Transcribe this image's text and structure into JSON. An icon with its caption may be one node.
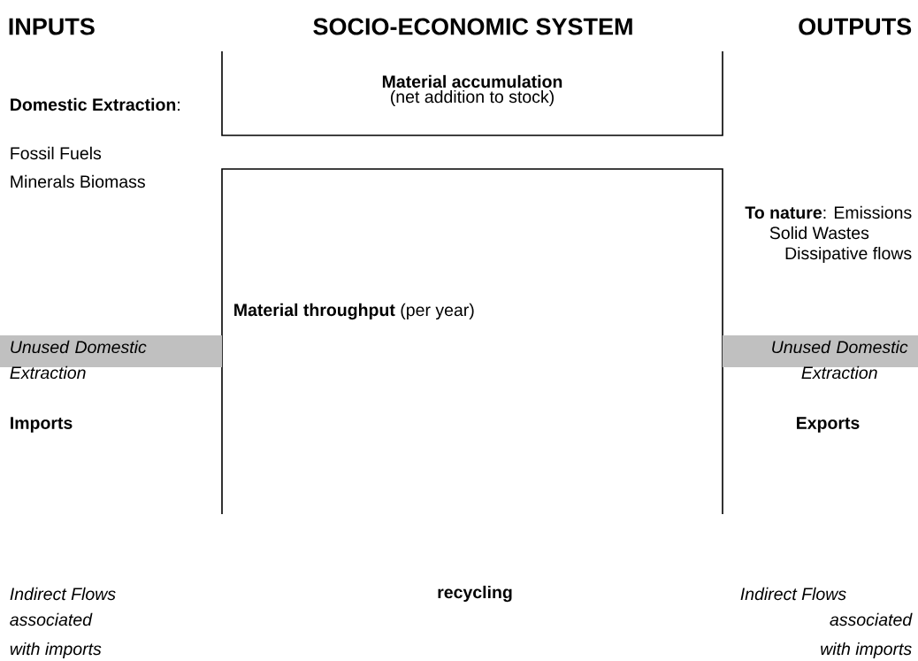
{
  "diagram": {
    "title": "SOCIO-ECONOMIC SYSTEM",
    "nodes": [
      {
        "text": [
          "Material accumulation",
          "(net addition to stock)"
        ]
      },
      {
        "text": [
          "**Material throughput** (per year)"
        ]
      },
      {
        "text": [
          "Unused Domestic Extraction"
        ]
      },
      {
        "text": [
          "Unused Domestic Extraction"
        ]
      }
    ],
    "labels": [
      "INPUTS",
      "OUTPUTS",
      "**Domestic Extraction**:",
      "Fossil Fuels",
      "Minerals Biomass",
      "**To nature**: Emissions",
      "Solid Wastes",
      "Dissipative flows",
      "Imports",
      "Exports",
      "Indirect Flows",
      "associated",
      "with imports",
      "recycling",
      "Indirect Flows",
      "associated",
      "with imports"
    ]
  }
}
